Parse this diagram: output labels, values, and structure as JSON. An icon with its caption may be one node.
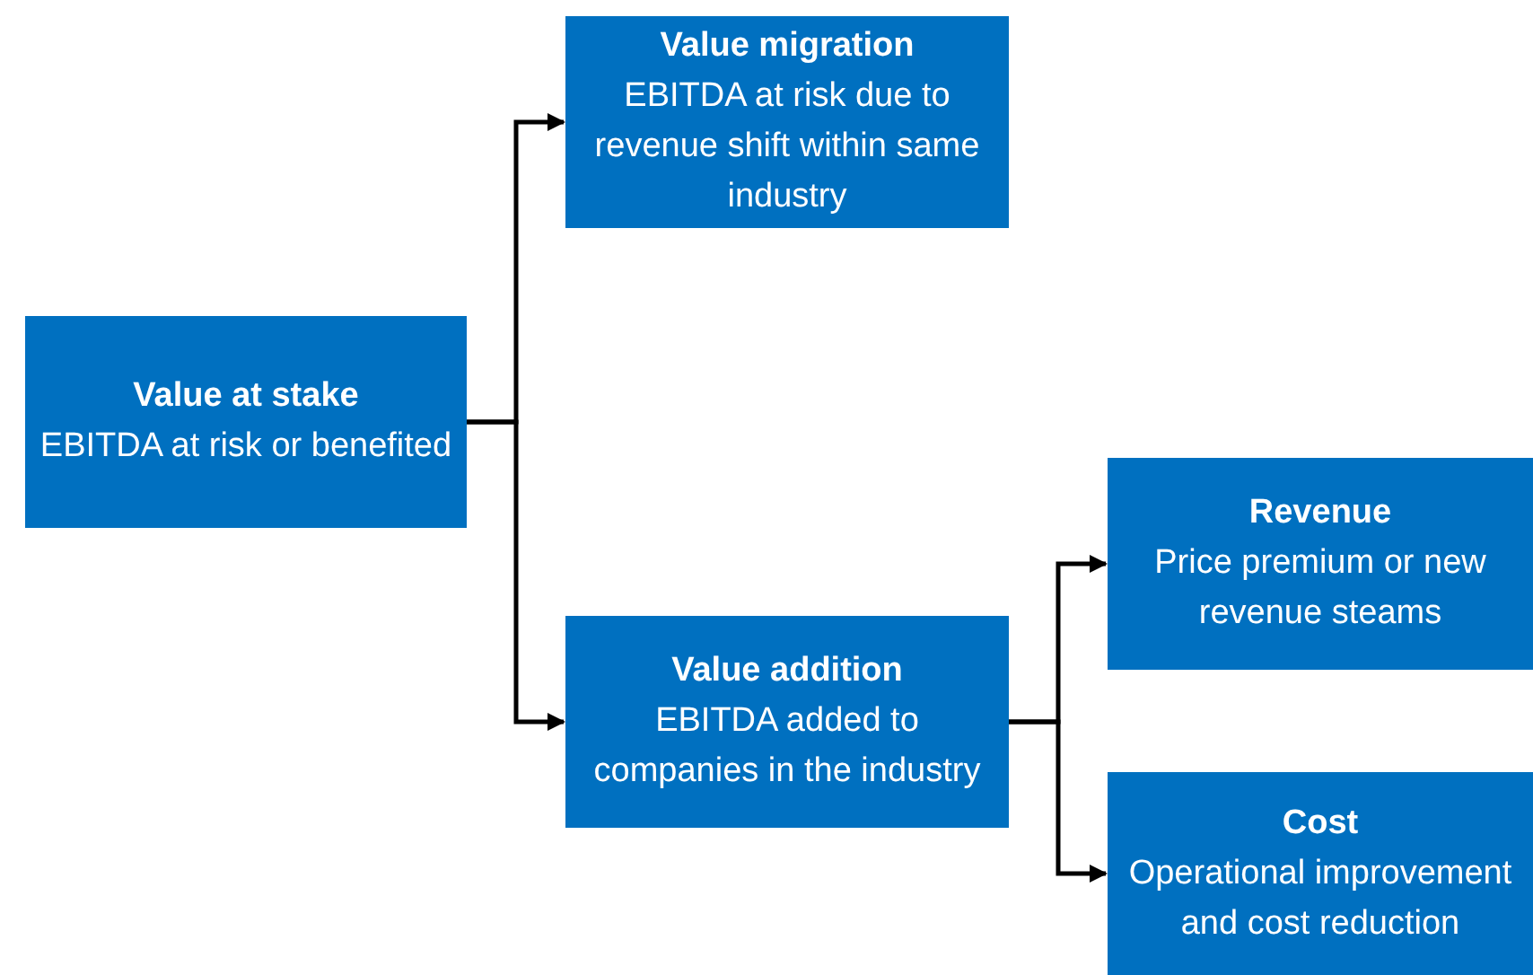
{
  "diagram": {
    "nodes": [
      {
        "text": [
          "Value at stake",
          "EBITDA at risk or benefited"
        ]
      },
      {
        "text": [
          "Value migration",
          "EBITDA at risk due to revenue shift within same industry"
        ]
      },
      {
        "text": [
          "Value addition",
          "EBITDA added to companies in the industry"
        ]
      },
      {
        "text": [
          "Revenue",
          "Price premium or new revenue steams"
        ]
      },
      {
        "text": [
          "Cost",
          "Operational improvement and cost reduction"
        ]
      }
    ],
    "edges": [
      {
        "from": 0,
        "to": 1,
        "arrow": "to"
      },
      {
        "from": 0,
        "to": 2,
        "arrow": "to"
      },
      {
        "from": 2,
        "to": 3,
        "arrow": "to"
      },
      {
        "from": 2,
        "to": 4,
        "arrow": "to"
      }
    ]
  }
}
